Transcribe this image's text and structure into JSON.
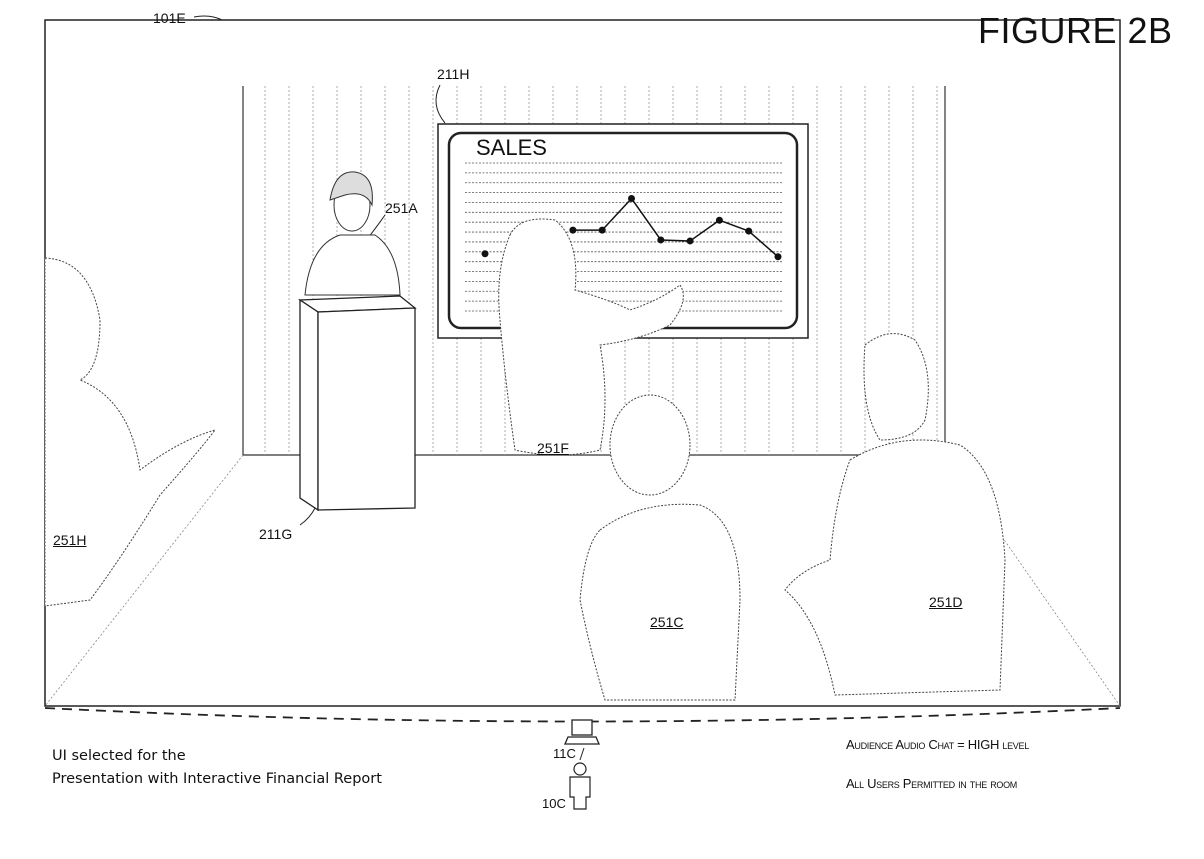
{
  "figure_title": "FIGURE 2B",
  "labels": {
    "display": "101E",
    "screen": "211H",
    "presenter": "251A",
    "pointing_user": "251F",
    "left_user": "251H",
    "podium": "211G",
    "user_c": "251C",
    "user_d": "251D",
    "device": "11C",
    "user": "10C"
  },
  "caption": {
    "line1": "UI selected for the",
    "line2": "Presentation with Interactive Financial Report"
  },
  "settings": {
    "audio": "Audience Audio Chat = HIGH level",
    "permissions": "All Users Permitted in the room"
  },
  "chart_data": {
    "type": "line",
    "title": "SALES",
    "xlabel": "",
    "ylabel": "",
    "x": [
      1,
      2,
      3,
      4,
      5,
      6,
      7,
      8,
      9,
      10,
      11
    ],
    "values": [
      5.8,
      null,
      null,
      8.2,
      8.2,
      11.4,
      7.2,
      7.1,
      9.2,
      8.1,
      5.5
    ],
    "ylim": [
      0,
      15
    ],
    "grid": true
  },
  "colors": {
    "line": "#111111",
    "background": "#ffffff"
  }
}
